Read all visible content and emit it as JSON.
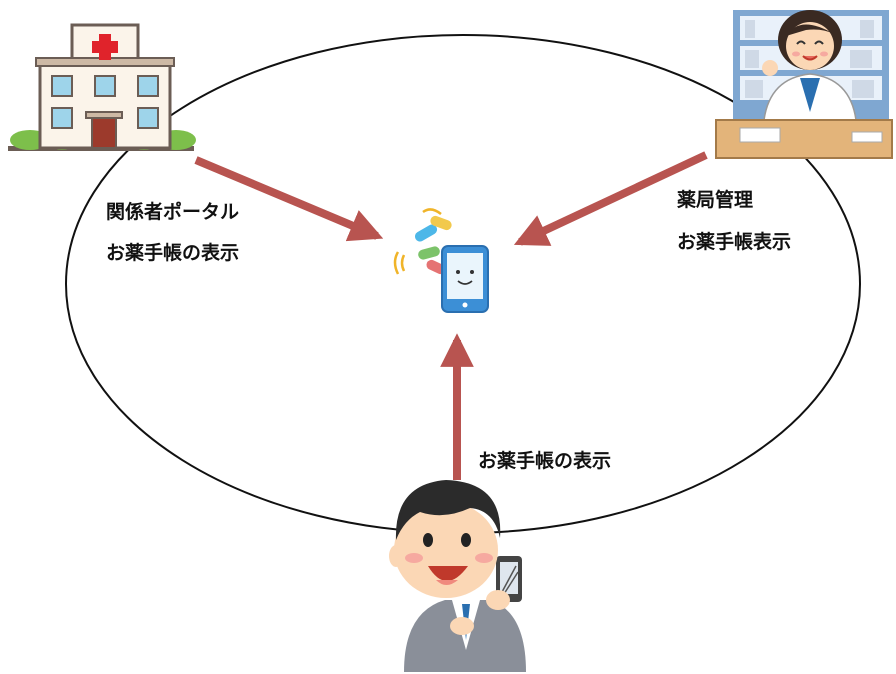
{
  "nodes": {
    "hospital": {
      "icon": "hospital-icon",
      "label_line1": "関係者ポータル",
      "label_line2": "お薬手帳の表示"
    },
    "pharmacy": {
      "icon": "pharmacist-icon",
      "label_line1": "薬局管理",
      "label_line2": "お薬手帳表示"
    },
    "patient": {
      "icon": "patient-with-phone-icon",
      "label": "お薬手帳の表示"
    },
    "center": {
      "icon": "smartphone-medicine-icon"
    }
  },
  "colors": {
    "arrow": "#b85450",
    "ellipse": "#111111",
    "hospital_cross": "#e0232b",
    "phone_blue": "#3c8fd6"
  }
}
